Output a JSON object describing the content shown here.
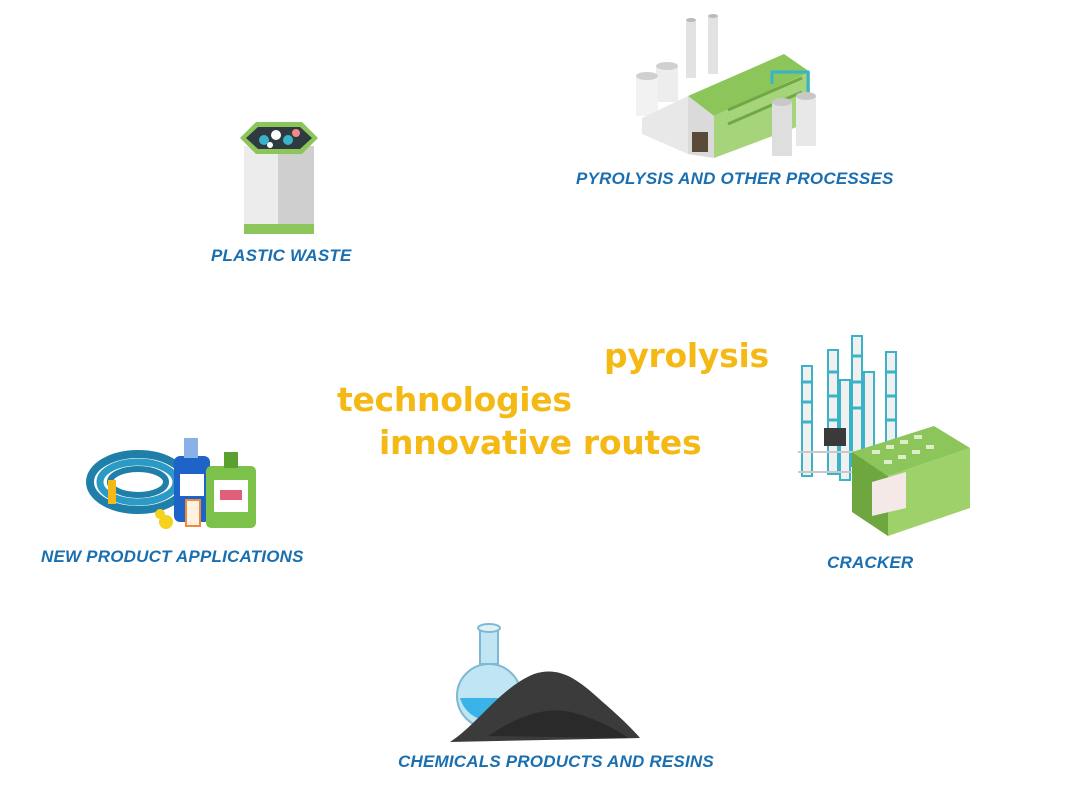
{
  "stages": {
    "plastic_waste": "PLASTIC WASTE",
    "pyrolysis_processes": "PYROLYSIS AND OTHER PROCESSES",
    "cracker": "CRACKER",
    "chemicals": "CHEMICALS PRODUCTS AND RESINS",
    "new_products": "NEW PRODUCT APPLICATIONS"
  },
  "keywords": {
    "pyrolysis": "pyrolysis",
    "technologies": "technologies",
    "innovative_routes": "innovative routes"
  },
  "colors": {
    "label_blue": "#1a6fb0",
    "keyword_yellow": "#f5b915",
    "green": "#8cc65a",
    "dark_green": "#5a9a3a"
  }
}
